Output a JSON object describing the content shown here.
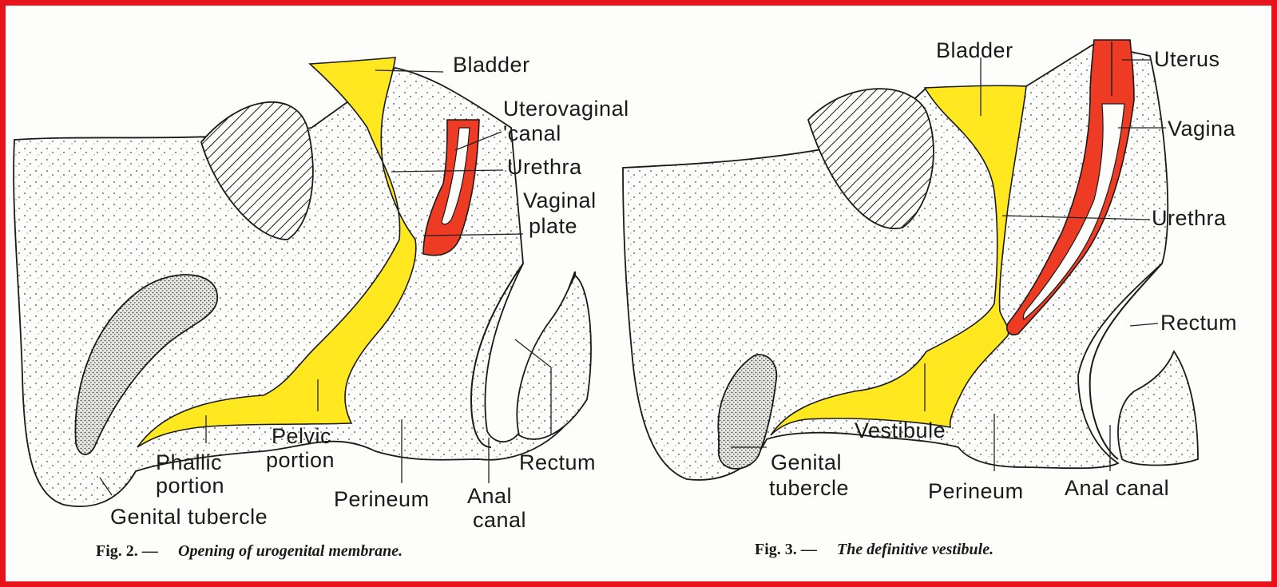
{
  "colors": {
    "frame": "#e8141b",
    "urogenital_yellow": "#ffe81f",
    "vaginal_red": "#ee3b24",
    "outline": "#1a1a1a"
  },
  "figure2": {
    "labels": {
      "bladder": "Bladder",
      "uterovaginal_line1": "Uterovaginal",
      "uterovaginal_line2": "'canal",
      "urethra": "Urethra",
      "vaginal_plate_line1": "Vaginal",
      "vaginal_plate_line2": "plate",
      "pelvic_portion_line1": "Pelvic",
      "pelvic_portion_line2": "portion",
      "phallic_portion_line1": "Phallic",
      "phallic_portion_line2": "portion",
      "genital_tubercle": "Genital tubercle",
      "perineum": "Perineum",
      "anal_canal_line1": "Anal",
      "anal_canal_line2": "canal",
      "rectum": "Rectum"
    },
    "caption_prefix": "Fig. 2. —",
    "caption_title": "Opening of urogenital membrane."
  },
  "figure3": {
    "labels": {
      "bladder": "Bladder",
      "uterus": "Uterus",
      "vagina": "Vagina",
      "urethra": "Urethra",
      "rectum": "Rectum",
      "vestibule": "Vestibule",
      "genital_tubercle_line1": "Genital",
      "genital_tubercle_line2": "tubercle",
      "perineum": "Perineum",
      "anal_canal": "Anal canal"
    },
    "caption_prefix": "Fig. 3. —",
    "caption_title": "The definitive vestibule."
  }
}
